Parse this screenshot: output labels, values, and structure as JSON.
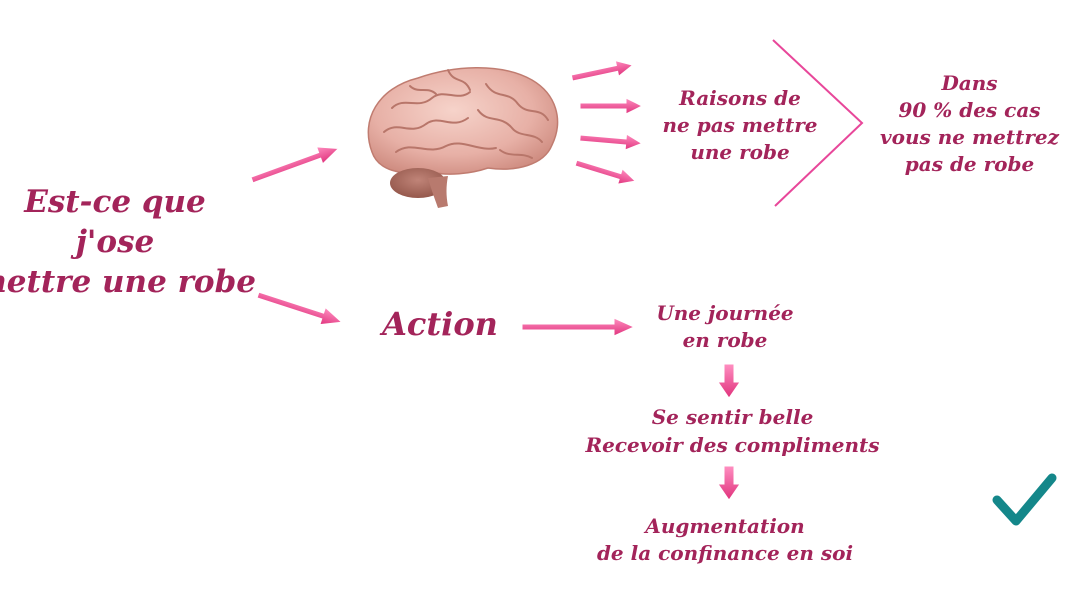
{
  "diagram": {
    "question": [
      "Est-ce que",
      "j'ose",
      "mettre une robe"
    ],
    "reasons": [
      "Raisons de",
      "ne pas mettre",
      "une robe"
    ],
    "verdict": [
      "Dans",
      "90 % des cas",
      "vous ne mettrez",
      "pas de robe"
    ],
    "action": "Action",
    "day": [
      "Une journée",
      "en robe"
    ],
    "feel": [
      "Se sentir belle",
      "Recevoir des compliments"
    ],
    "boost": [
      "Augmentation",
      "de la confinance en soi"
    ]
  },
  "colors": {
    "text": "#a3245a",
    "arrow": "#f0468f",
    "brain": "#e7b0a6",
    "check": "#14878a"
  },
  "icons": {
    "brain": "brain-icon",
    "check": "checkmark-icon"
  }
}
